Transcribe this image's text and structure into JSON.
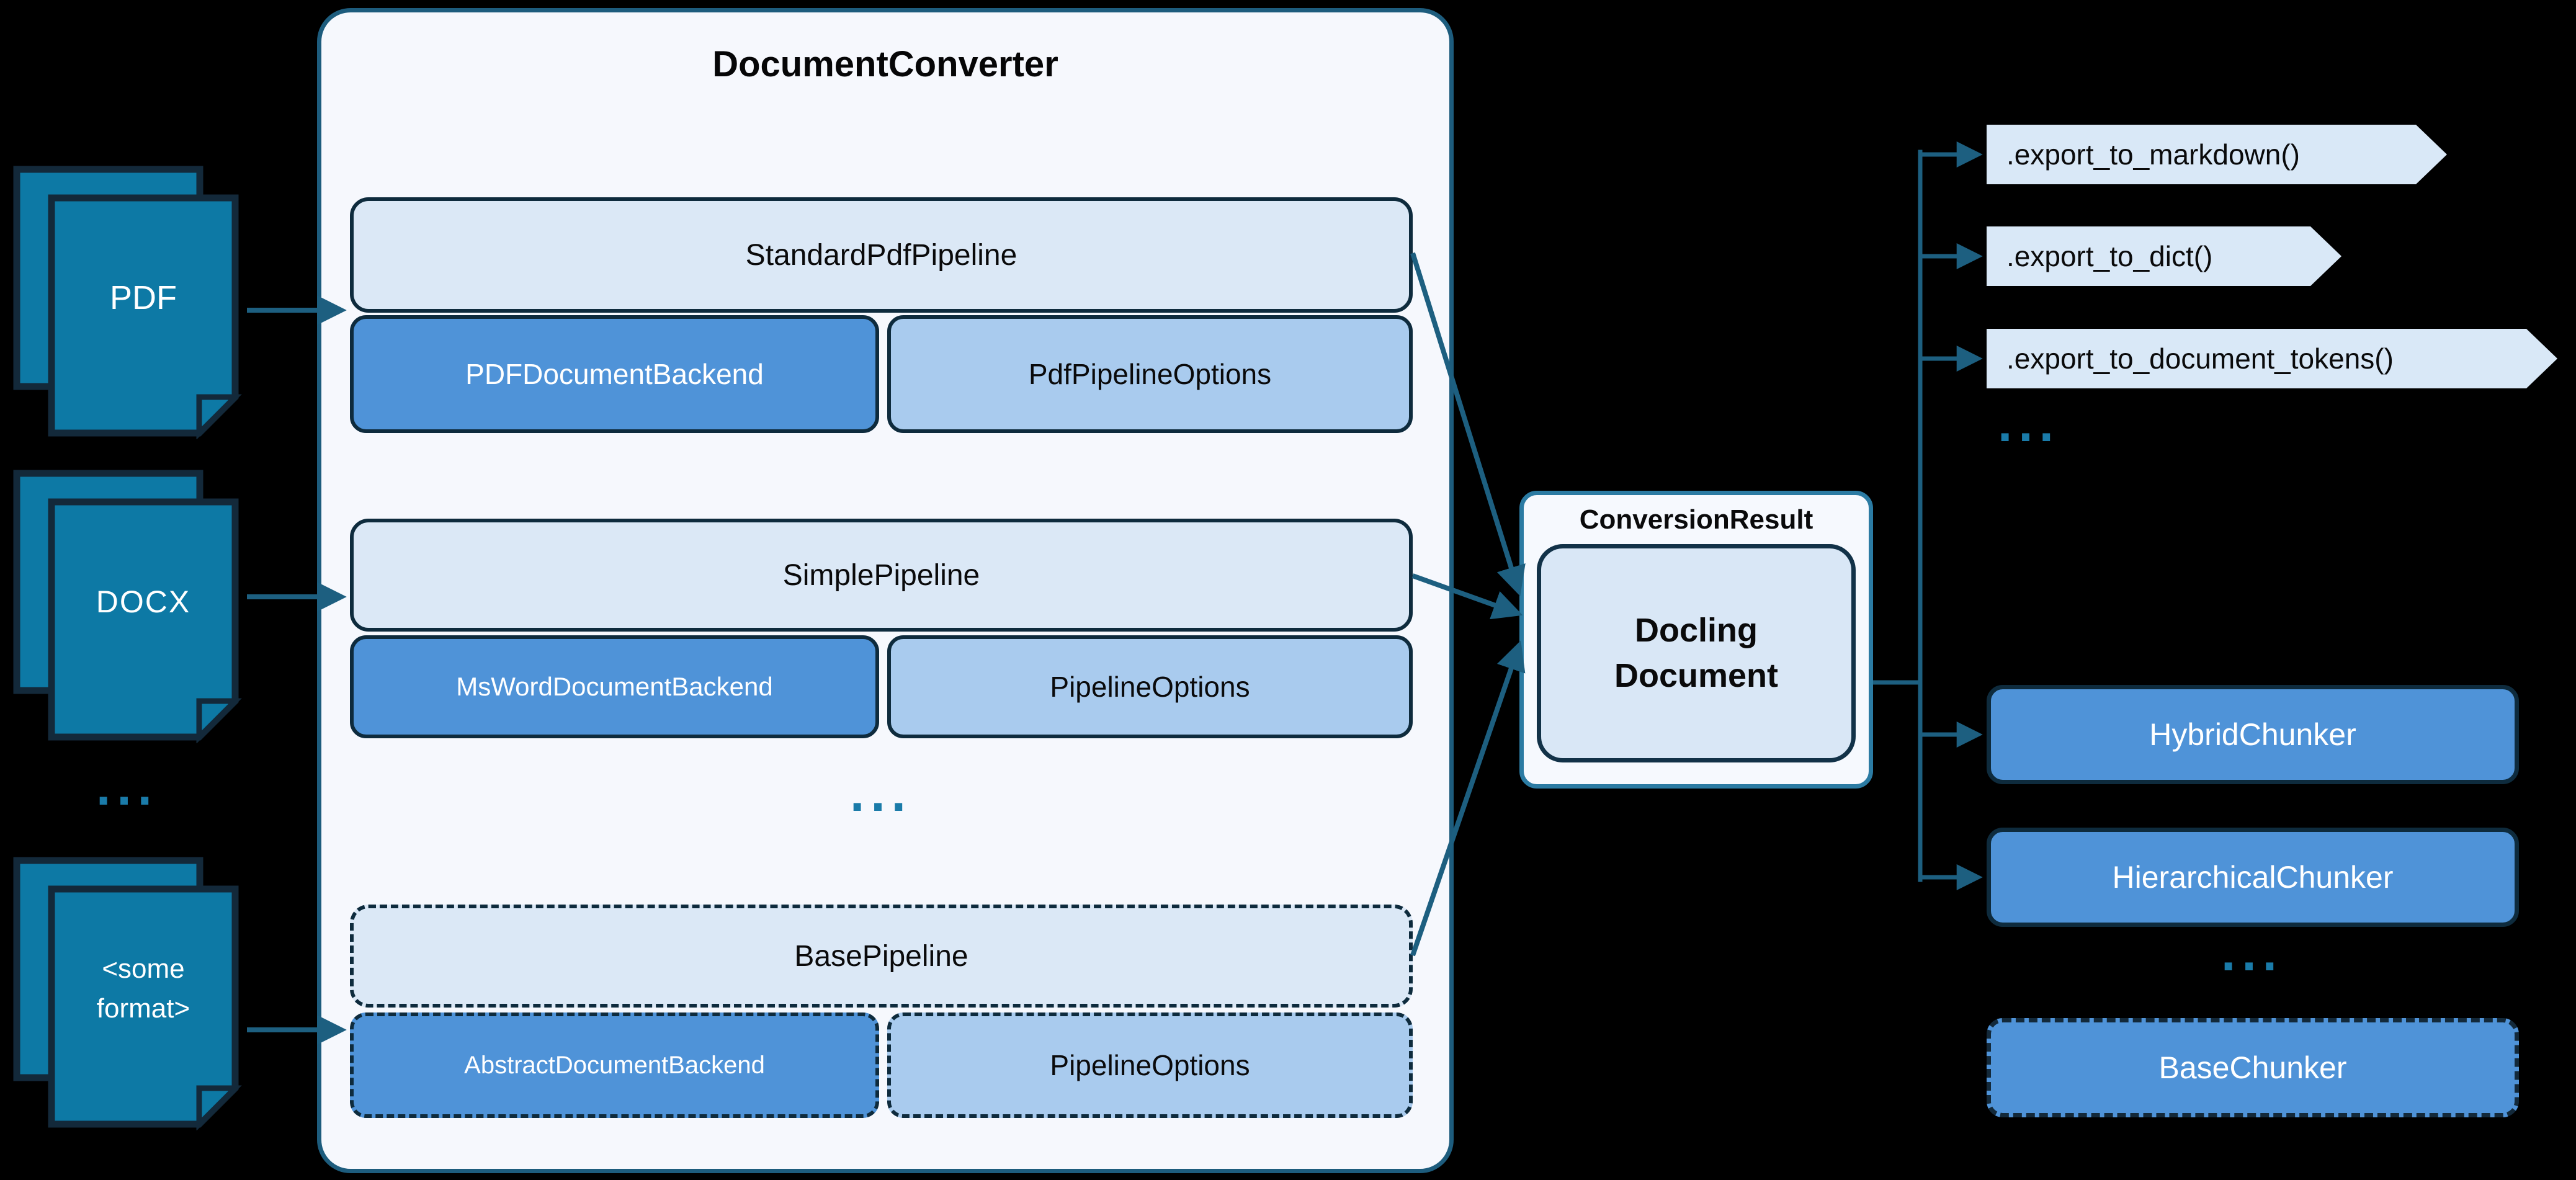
{
  "diagram": {
    "title": "DocumentConverter",
    "inputs": [
      {
        "label": "PDF"
      },
      {
        "label": "DOCX"
      },
      {
        "label": "<some\nformat>"
      }
    ],
    "inputs_more": "...",
    "pipelines": [
      {
        "name": "StandardPdfPipeline",
        "backend": "PDFDocumentBackend",
        "options": "PdfPipelineOptions"
      },
      {
        "name": "SimplePipeline",
        "backend": "MsWordDocumentBackend",
        "options": "PipelineOptions"
      },
      {
        "name": "BasePipeline",
        "backend": "AbstractDocumentBackend",
        "options": "PipelineOptions"
      }
    ],
    "pipelines_more": "...",
    "result": {
      "label": "ConversionResult",
      "document": "Docling\nDocument"
    },
    "exports": [
      {
        "label": ".export_to_markdown()"
      },
      {
        "label": ".export_to_dict()"
      },
      {
        "label": ".export_to_document_tokens()"
      }
    ],
    "exports_more": "...",
    "chunkers": [
      {
        "label": "HybridChunker"
      },
      {
        "label": "HierarchicalChunker"
      }
    ],
    "chunkers_more": "...",
    "base_chunker": "BaseChunker",
    "colors": {
      "background": "#000000",
      "document_teal": "#0d79a5",
      "arrow_teal": "#1d5f80",
      "dots_teal": "#1a7ba9",
      "backend_blue": "#4f93d8",
      "options_blue": "#a9cbee",
      "panel_light_blue": "#dbe8f6",
      "surface_white": "#f6f8fd",
      "border_dark_navy": "#0e2b3d",
      "container_border_teal": "#1d5c7d"
    }
  }
}
